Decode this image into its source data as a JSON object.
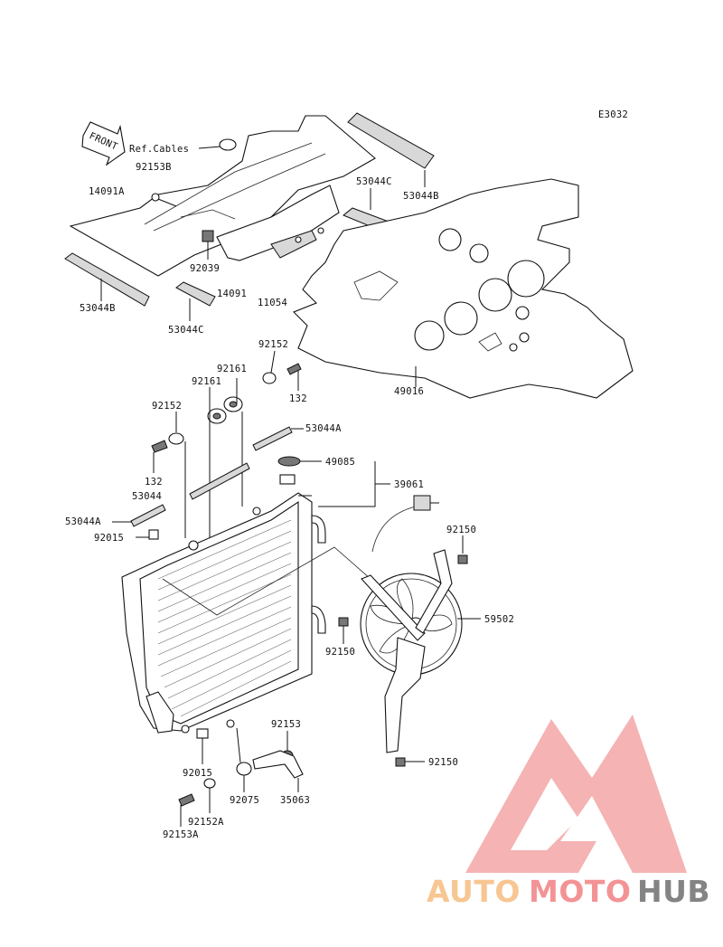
{
  "diagram": {
    "code": "E3032",
    "front_label": "FRONT",
    "reference": "Ref.Cables"
  },
  "parts": {
    "p92153B": "92153B",
    "p14091A": "14091A",
    "p92039": "92039",
    "p14091": "14091",
    "p11054": "11054",
    "p53044B_left": "53044B",
    "p53044C_left": "53044C",
    "p53044C_right": "53044C",
    "p53044B_right": "53044B",
    "p49016": "49016",
    "p92152_top": "92152",
    "p132_top": "132",
    "p92161_a": "92161",
    "p92161_b": "92161",
    "p92152_mid": "92152",
    "p132_mid": "132",
    "p53044A_right": "53044A",
    "p53044": "53044",
    "p53044A_left": "53044A",
    "p49085": "49085",
    "p39061": "39061",
    "p92015_top": "92015",
    "p92150_right": "92150",
    "p59502": "59502",
    "p92150_left": "92150",
    "p92150_bottom": "92150",
    "p92153": "92153",
    "p92015_bottom": "92015",
    "p92075": "92075",
    "p35063": "35063",
    "p92152A": "92152A",
    "p92153A": "92153A"
  },
  "watermark": {
    "part1": "AUTO",
    "part2": "MOTO",
    "part3": "HUB",
    "color_auto": "#f7c087",
    "color_moto": "#f2888a",
    "color_hub": "#777777"
  }
}
